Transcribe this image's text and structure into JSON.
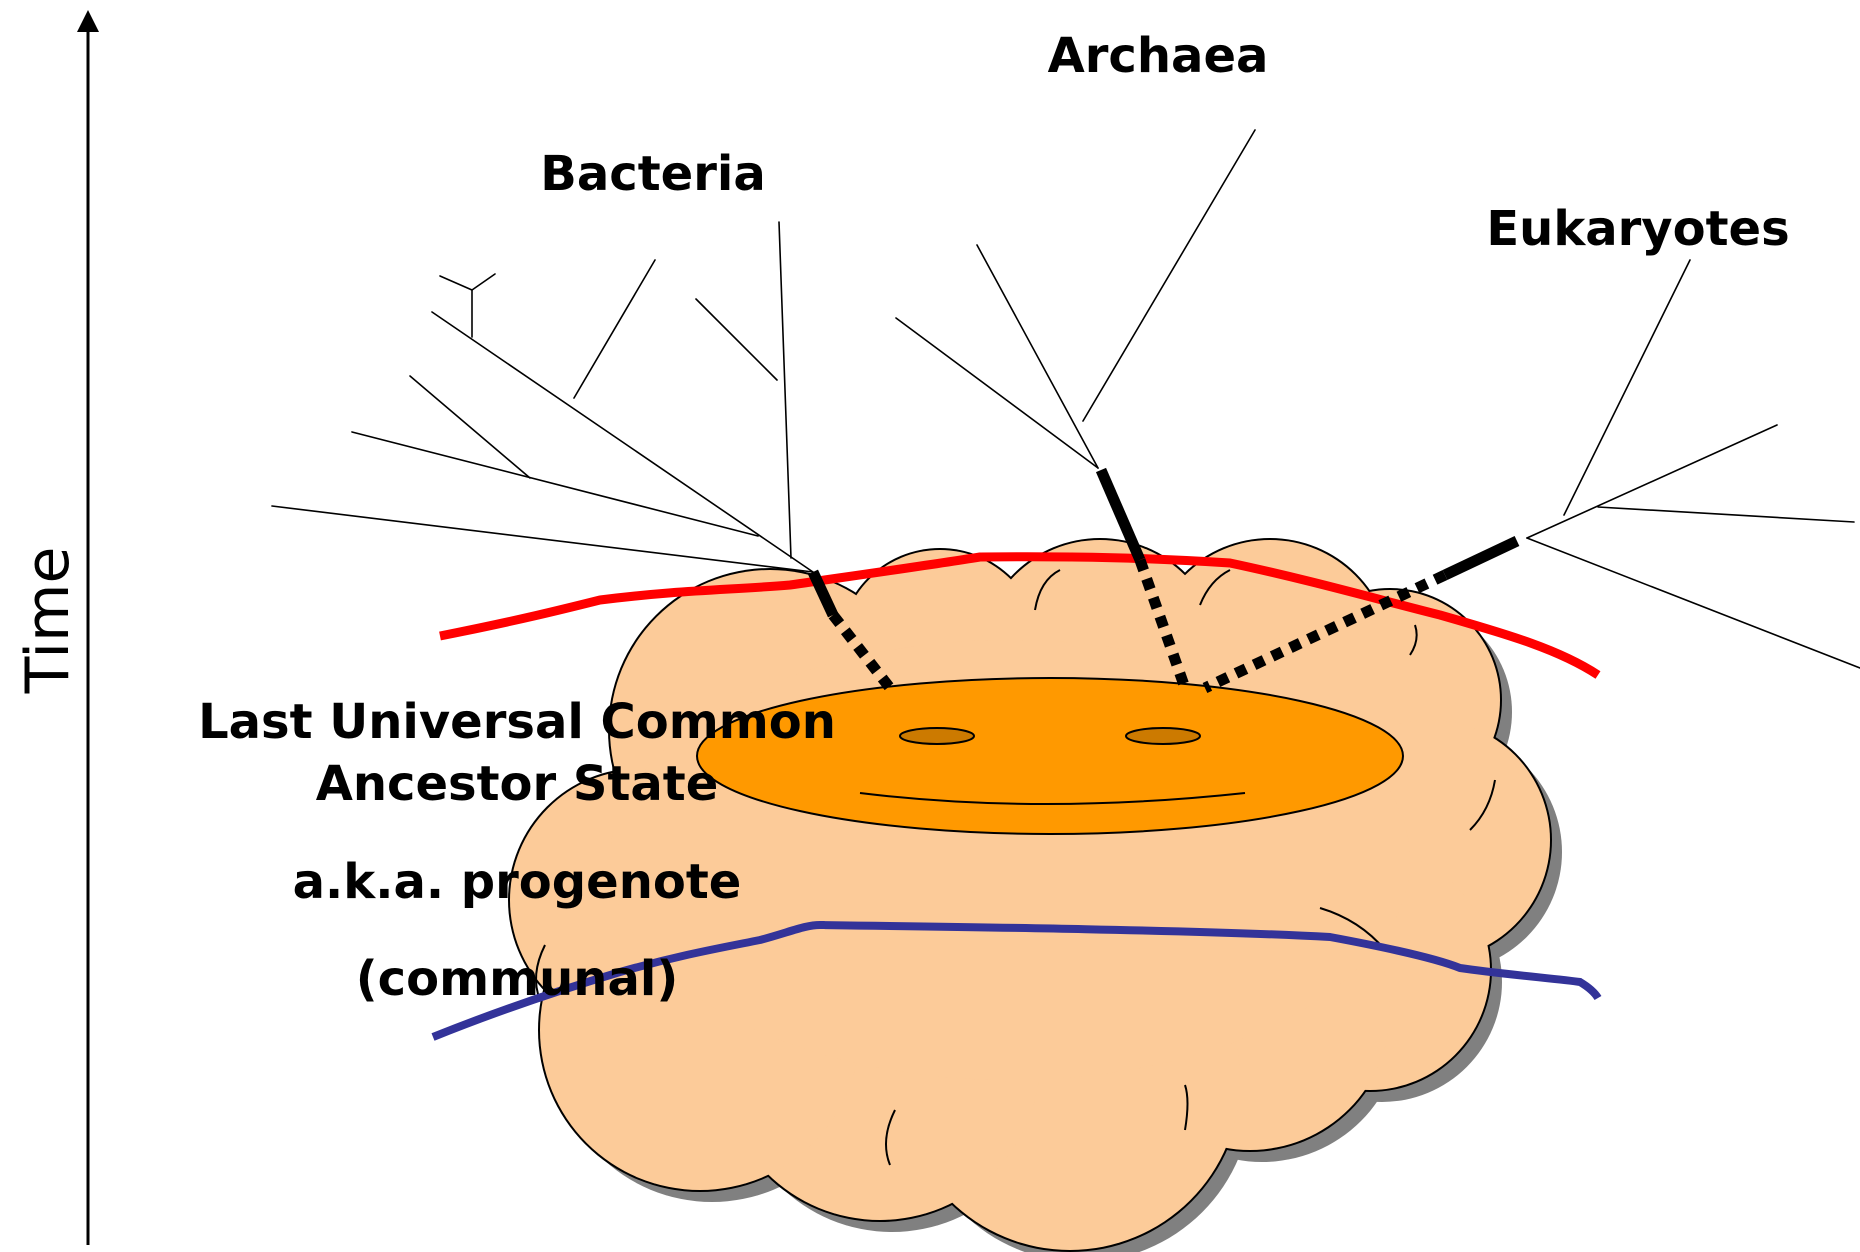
{
  "axis": {
    "label": "Time"
  },
  "groups": {
    "bacteria": "Bacteria",
    "archaea": "Archaea",
    "eukaryotes": "Eukaryotes"
  },
  "ancestor": {
    "line1": "Last Universal Common",
    "line2": "Ancestor State",
    "line3": "a.k.a. progenote",
    "line4": "(communal)"
  },
  "colors": {
    "cloud_fill": "#fccb99",
    "cloud_shadow": "#808080",
    "ellipse_fill": "#ff9900",
    "eye_fill": "#cc7a00",
    "upper_boundary": "#ff0000",
    "lower_boundary": "#333399",
    "branch_stroke": "#000000"
  }
}
